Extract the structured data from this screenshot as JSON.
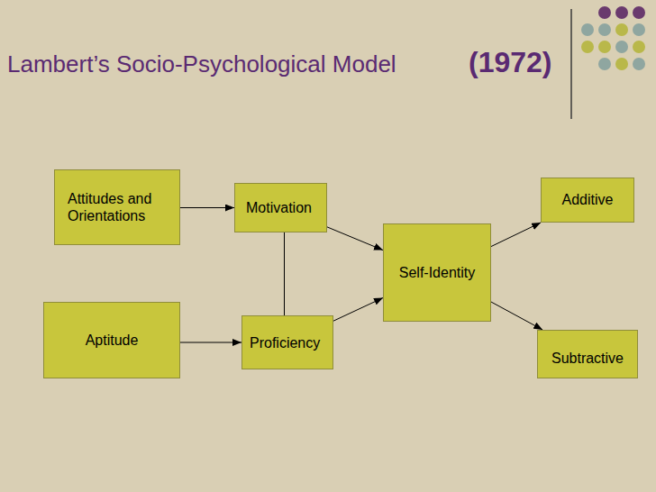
{
  "diagram": {
    "title": "Lambert’s Socio-Psychological Model",
    "nodes": [
      {
        "text": [
          "Attitudes and Orientations"
        ]
      },
      {
        "text": [
          "Motivation"
        ]
      },
      {
        "text": [
          "Aptitude"
        ]
      },
      {
        "text": [
          "Proficiency"
        ]
      },
      {
        "text": [
          "Self-Identity"
        ]
      },
      {
        "text": [
          "Additive"
        ]
      },
      {
        "text": [
          "Subtractive"
        ]
      }
    ],
    "edges": [
      {
        "from": 0,
        "to": 1,
        "arrow": "to"
      },
      {
        "from": 2,
        "to": 3,
        "arrow": "to"
      },
      {
        "from": 1,
        "to": 3,
        "arrow": "none"
      },
      {
        "from": 1,
        "to": 4,
        "arrow": "to"
      },
      {
        "from": 3,
        "to": 4,
        "arrow": "to"
      },
      {
        "from": 4,
        "to": 5,
        "arrow": "to"
      },
      {
        "from": 4,
        "to": 6,
        "arrow": "to"
      }
    ],
    "labels": [
      "(1972)"
    ]
  }
}
